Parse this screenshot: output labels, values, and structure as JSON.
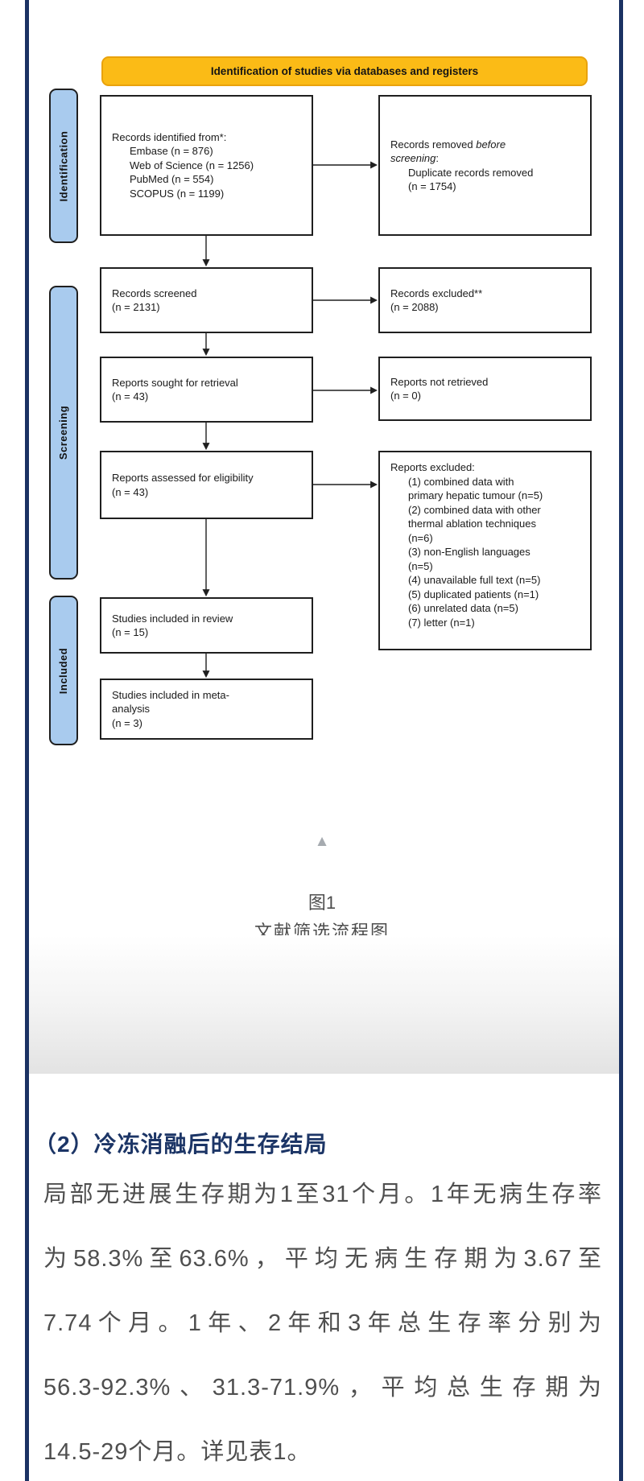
{
  "flowchart": {
    "banner": {
      "label": "Identification of studies via databases and registers"
    },
    "stage_labels": {
      "identification": "Identification",
      "screening": "Screening",
      "included": "Included"
    },
    "boxes": {
      "records_identified": {
        "title": "Records identified from*:",
        "items": [
          "Embase (n = 876)",
          "Web of Science (n = 1256)",
          "PubMed (n = 554)",
          "SCOPUS (n = 1199)"
        ]
      },
      "records_removed": {
        "prefix": "Records removed ",
        "italic_word1": "before",
        "italic_word2": "screening",
        "suffix": ":",
        "items": [
          "Duplicate records removed",
          "(n = 1754)"
        ]
      },
      "records_screened": {
        "lines": [
          "Records screened",
          "(n = 2131)"
        ]
      },
      "records_excluded": {
        "lines": [
          "Records excluded**",
          "(n = 2088)"
        ]
      },
      "reports_sought": {
        "lines": [
          "Reports sought for retrieval",
          "(n = 43)"
        ]
      },
      "reports_not_retrieved": {
        "lines": [
          "Reports not retrieved",
          "(n = 0)"
        ]
      },
      "reports_assessed": {
        "lines": [
          "Reports assessed for eligibility",
          "(n = 43)"
        ]
      },
      "reports_excluded": {
        "title": "Reports excluded:",
        "items": [
          "(1) combined data with",
          "primary hepatic tumour (n=5)",
          "(2) combined data with other",
          "thermal ablation techniques",
          "(n=6)",
          "(3) non-English languages",
          "(n=5)",
          "(4) unavailable full text (n=5)",
          "(5) duplicated patients (n=1)",
          "(6) unrelated data (n=5)",
          "(7) letter (n=1)"
        ]
      },
      "included_review": {
        "lines": [
          "Studies included in review",
          "(n = 15)"
        ]
      },
      "included_meta": {
        "lines": [
          "Studies included in meta-",
          "analysis",
          "(n = 3)"
        ]
      }
    }
  },
  "caption": {
    "collapse_icon_glyph": "▲",
    "figure_label": "图1",
    "figure_title": "文献筛选流程图"
  },
  "section": {
    "heading": "（2）冷冻消融后的生存结局",
    "body_lines": [
      "局部无进展生存期为1至31个月。1年无病生存率",
      "为58.3%至63.6%，平均无病生存期为3.67至",
      "7.74个月。1年、2年和3年总生存率分别为",
      "56.3-92.3%、31.3-71.9%，平均总生存期为",
      "14.5-29个月。详见表1。"
    ]
  },
  "colors": {
    "navy_border": "#1b3263",
    "banner_yellow": "#fbbb16",
    "banner_border": "#e9a20c",
    "sidebar_blue": "#a9cbee",
    "box_border": "#1f1f1f",
    "heading_navy": "#1c3566",
    "body_grey": "#4f4f4f",
    "triangle_grey": "#a6abb0"
  }
}
